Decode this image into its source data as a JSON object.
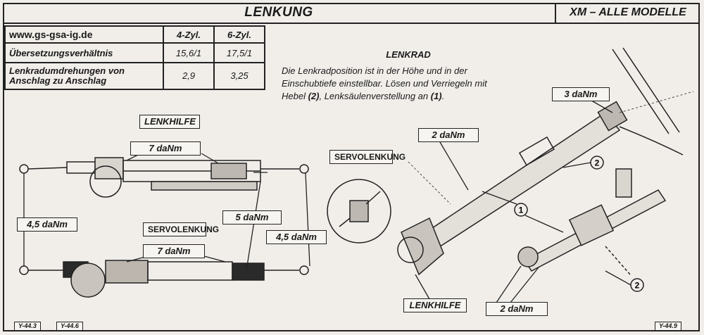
{
  "header": {
    "title": "LENKUNG",
    "model": "XM – ALLE MODELLE"
  },
  "spec_table": {
    "header": {
      "label": "www.gs-gsa-ig.de",
      "col1": "4-Zyl.",
      "col2": "6-Zyl."
    },
    "rows": [
      {
        "label": "Übersetzungsverhältnis",
        "col1": "15,6/1",
        "col2": "17,5/1"
      },
      {
        "label_line1": "Lenkradumdrehungen von",
        "label_line2": "Anschlag zu Anschlag",
        "col1": "2,9",
        "col2": "3,25"
      }
    ]
  },
  "lenkrad": {
    "title": "LENKRAD",
    "line1": "Die Lenkradposition ist in der Höhe und in der",
    "line2": "Einschubtiefe einstellbar. Lösen und Verriegeln mit",
    "line3_a": "Hebel ",
    "line3_b": "(2)",
    "line3_c": ", Lenksäulenverstellung an ",
    "line3_d": "(1)",
    "line3_e": "."
  },
  "labels": {
    "lenkhilfe_left": "LENKHILFE",
    "torque_7_top": "7 daNm",
    "torque_45_left": "4,5 daNm",
    "servolenkung_left": "SERVOLENKUNG",
    "torque_5": "5 daNm",
    "torque_45_right": "4,5 daNm",
    "torque_7_bottom": "7 daNm",
    "servolenkung_detail": "SERVOLENKUNG",
    "torque_2_top": "2 daNm",
    "torque_3": "3 daNm",
    "callout_2_top": "2",
    "callout_1": "1",
    "callout_2_bottom": "2",
    "lenkhilfe_right": "LENKHILFE",
    "torque_2_bottom": "2 daNm"
  },
  "footer": {
    "ref1": "Y-44.3",
    "ref2": "Y-44.6",
    "ref3": "Y-44.9"
  }
}
